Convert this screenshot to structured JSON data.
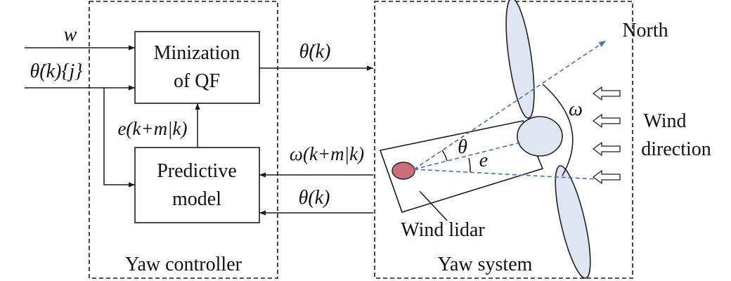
{
  "inputs": {
    "w": "w",
    "theta_dot_kj": "θ̇(k){j}"
  },
  "blocks": {
    "minimization_line1": "Minization",
    "minimization_line2": "of QF",
    "predictive_line1": "Predictive",
    "predictive_line2": "model"
  },
  "signals": {
    "error": "e(k+m|k)",
    "theta_dot_k": "θ̇(k)",
    "omega_pred": "ω(k+m|k)",
    "theta_k": "θ(k)"
  },
  "groups": {
    "controller": "Yaw controller",
    "system": "Yaw system"
  },
  "turbine": {
    "north": "North",
    "wind_line1": "Wind",
    "wind_line2": "direction",
    "omega": "ω",
    "theta": "θ",
    "e": "e",
    "lidar": "Wind lidar"
  },
  "colors": {
    "blade_fill": "#dfe6f2",
    "lidar_fill": "#c9707a",
    "dashed_ray": "#4a6fb0"
  }
}
